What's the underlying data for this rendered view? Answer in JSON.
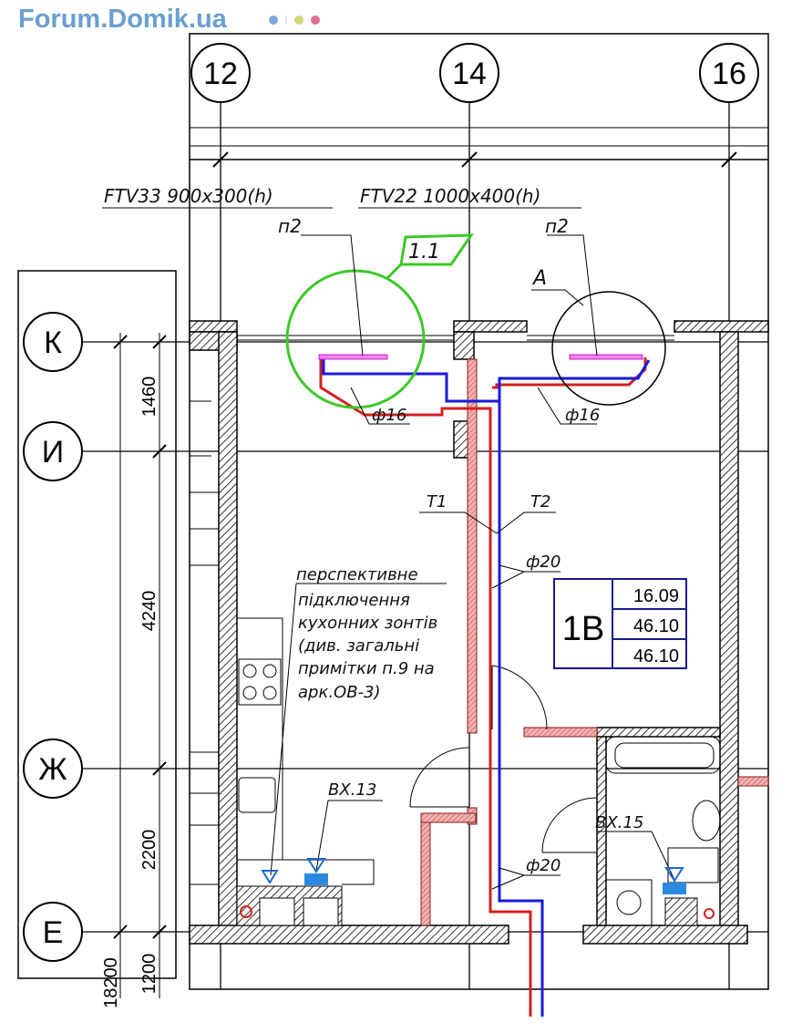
{
  "watermark": "Forum.Domik.ua",
  "axes_columns": [
    "12",
    "14",
    "16"
  ],
  "axes_rows": [
    "К",
    "И",
    "Ж",
    "Е"
  ],
  "dimensions": {
    "k_i": "1460",
    "i_zh": "4240",
    "zh_e": "2200",
    "total": "18200",
    "tail": "1200"
  },
  "radiators": [
    {
      "model": "FTV33 900x300(h)",
      "tag": "п2",
      "pipe": "ф16"
    },
    {
      "model": "FTV22 1000x400(h)",
      "tag": "п2",
      "pipe": "ф16"
    }
  ],
  "callouts": {
    "detail_green": "1.1",
    "detail_a": "А"
  },
  "risers": {
    "t1": "T1",
    "t2": "T2",
    "pipe_upper": "ф20",
    "pipe_lower": "ф20"
  },
  "note_lines": [
    "перспективне",
    "підключення",
    "кухонних зонтів",
    "(див. загальні",
    "примітки п.9 на",
    "арк.ОВ-3)"
  ],
  "apartment": {
    "label": "1В",
    "values": [
      "16.09",
      "46.10",
      "46.10"
    ]
  },
  "outlets": [
    "ВХ.13",
    "ВХ.15"
  ],
  "colors": {
    "supply": "#d42020",
    "return": "#1a1adc",
    "partition": "#e08080",
    "green": "#3cc828",
    "magenta": "#e040e0",
    "table": "#1a1a8c"
  }
}
